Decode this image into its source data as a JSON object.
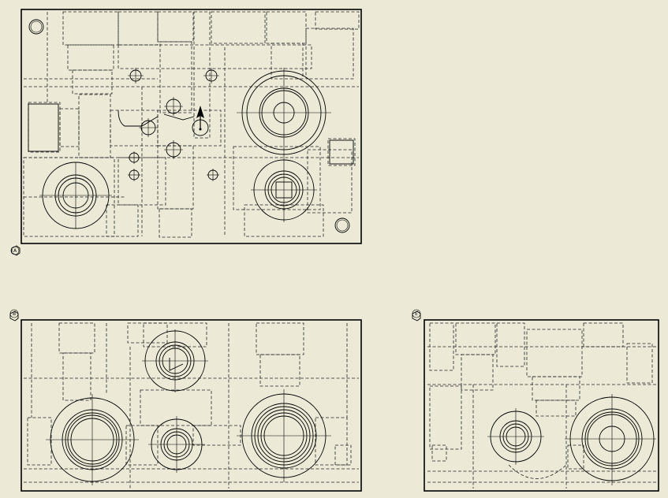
{
  "sheet": {
    "background": "#ecead6",
    "line_color": "#000000"
  },
  "views": {
    "a": {
      "label": "A"
    },
    "b": {
      "label": "B"
    },
    "e": {
      "label": "E"
    }
  }
}
